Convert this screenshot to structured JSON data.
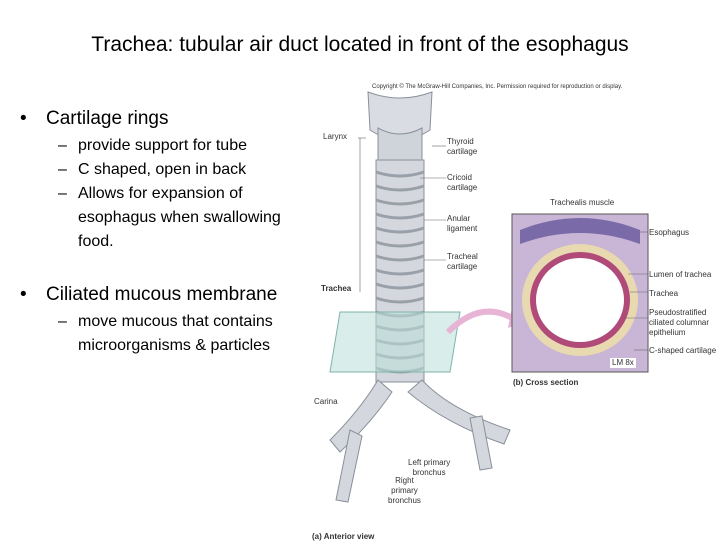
{
  "slide": {
    "title": "Trachea: tubular air duct located in front of the esophagus",
    "bullets": [
      {
        "text": "Cartilage rings",
        "subs": [
          "provide support for tube",
          "C shaped, open in back",
          "Allows for expansion of",
          "esophagus when swallowing",
          "food."
        ]
      },
      {
        "text": "Ciliated mucous membrane",
        "subs": [
          "move mucous that contains",
          "microorganisms & particles"
        ]
      }
    ],
    "bullet_glyph": "•",
    "dash_glyph": "–"
  },
  "figure": {
    "copyright": "Copyright © The McGraw-Hill Companies, Inc. Permission required for reproduction or display.",
    "labels": {
      "larynx": "Larynx",
      "thyroid_1": "Thyroid",
      "thyroid_2": "cartilage",
      "cricoid_1": "Cricoid",
      "cricoid_2": "cartilage",
      "anular_1": "Anular",
      "anular_2": "ligament",
      "tracheal_1": "Tracheal",
      "tracheal_2": "cartilage",
      "trachea": "Trachea",
      "carina": "Carina",
      "left_1": "Left primary",
      "left_2": "bronchus",
      "right_1": "Right",
      "right_2": "primary",
      "right_3": "bronchus",
      "anterior": "(a) Anterior view",
      "trachealis": "Trachealis muscle",
      "esophagus": "Esophagus",
      "lumen": "Lumen of trachea",
      "trachea_cs": "Trachea",
      "pseudo_1": "Pseudostratified",
      "pseudo_2": "ciliated columnar",
      "pseudo_3": "epithelium",
      "cshaped": "C-shaped cartilage",
      "lm": "LM 8x",
      "cross": "(b) Cross section"
    }
  }
}
